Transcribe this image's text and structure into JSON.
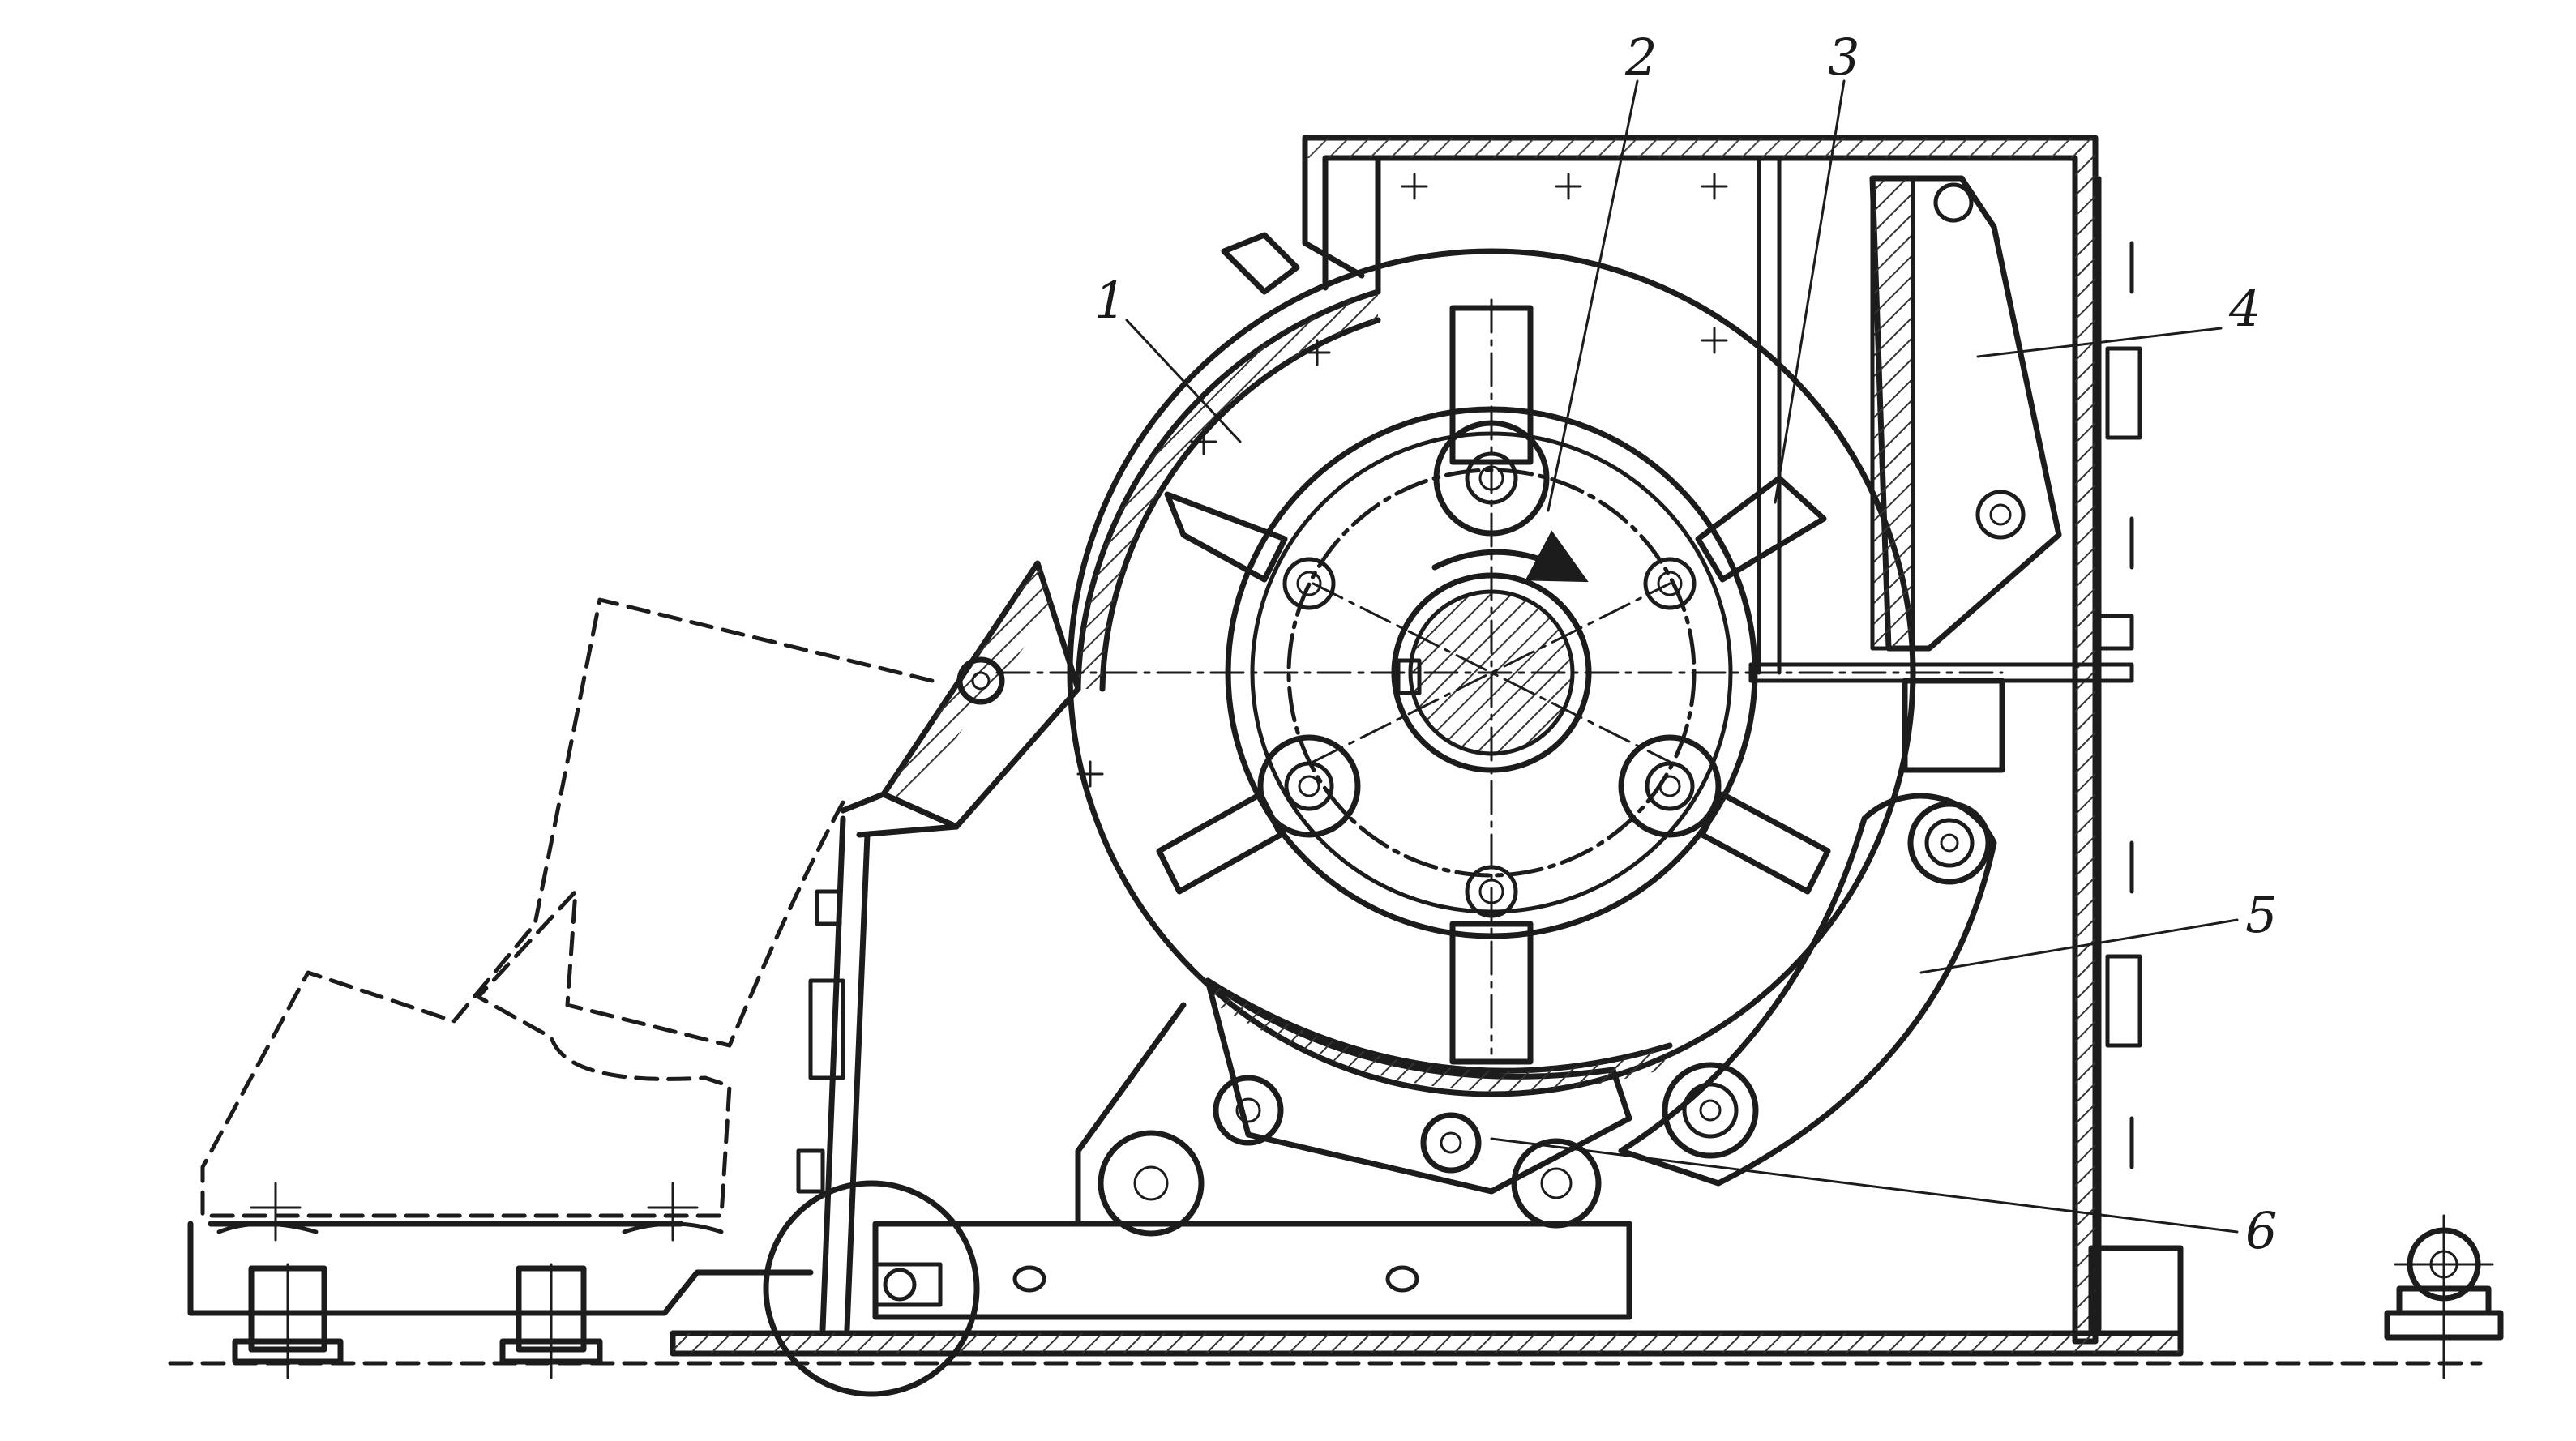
{
  "callouts": [
    {
      "id": "1",
      "label": "1"
    },
    {
      "id": "2",
      "label": "2"
    },
    {
      "id": "3",
      "label": "3"
    },
    {
      "id": "4",
      "label": "4"
    },
    {
      "id": "5",
      "label": "5"
    },
    {
      "id": "6",
      "label": "6"
    }
  ],
  "colors": {
    "ink": "#1c1c1c",
    "hatch": "#333333",
    "paper": "#ffffff"
  }
}
